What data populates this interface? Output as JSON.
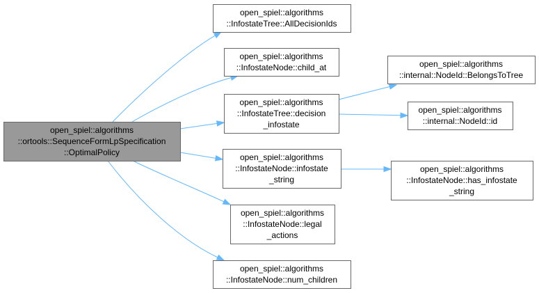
{
  "nodes": [
    {
      "id": "root",
      "focus": true,
      "lines": [
        "open_spiel::algorithms",
        "::ortools::SequenceFormLpSpecification",
        "::OptimalPolicy"
      ]
    },
    {
      "id": "n1",
      "lines": [
        "open_spiel::algorithms",
        "::InfostateTree::AllDecisionIds"
      ]
    },
    {
      "id": "n2",
      "lines": [
        "open_spiel::algorithms",
        "::InfostateNode::child_at"
      ]
    },
    {
      "id": "n3",
      "lines": [
        "open_spiel::algorithms",
        "::InfostateTree::decision",
        "_infostate"
      ]
    },
    {
      "id": "n4",
      "lines": [
        "open_spiel::algorithms",
        "::InfostateNode::infostate",
        "_string"
      ]
    },
    {
      "id": "n5",
      "lines": [
        "open_spiel::algorithms",
        "::InfostateNode::legal",
        "_actions"
      ]
    },
    {
      "id": "n6",
      "lines": [
        "open_spiel::algorithms",
        "::InfostateNode::num_children"
      ]
    },
    {
      "id": "n7",
      "lines": [
        "open_spiel::algorithms",
        "::internal::NodeId::BelongsToTree"
      ]
    },
    {
      "id": "n8",
      "lines": [
        "open_spiel::algorithms",
        "::internal::NodeId::id"
      ]
    },
    {
      "id": "n9",
      "lines": [
        "open_spiel::algorithms",
        "::InfostateNode::has_infostate",
        "_string"
      ]
    }
  ],
  "edges": [
    {
      "from": "root",
      "to": "n1"
    },
    {
      "from": "root",
      "to": "n2"
    },
    {
      "from": "root",
      "to": "n3"
    },
    {
      "from": "root",
      "to": "n4"
    },
    {
      "from": "root",
      "to": "n5"
    },
    {
      "from": "root",
      "to": "n6"
    },
    {
      "from": "n3",
      "to": "n7"
    },
    {
      "from": "n3",
      "to": "n8"
    },
    {
      "from": "n4",
      "to": "n9"
    }
  ],
  "colors": {
    "edge": "#63b8ff",
    "focus_fill": "#999999",
    "node_border": "#666666"
  }
}
